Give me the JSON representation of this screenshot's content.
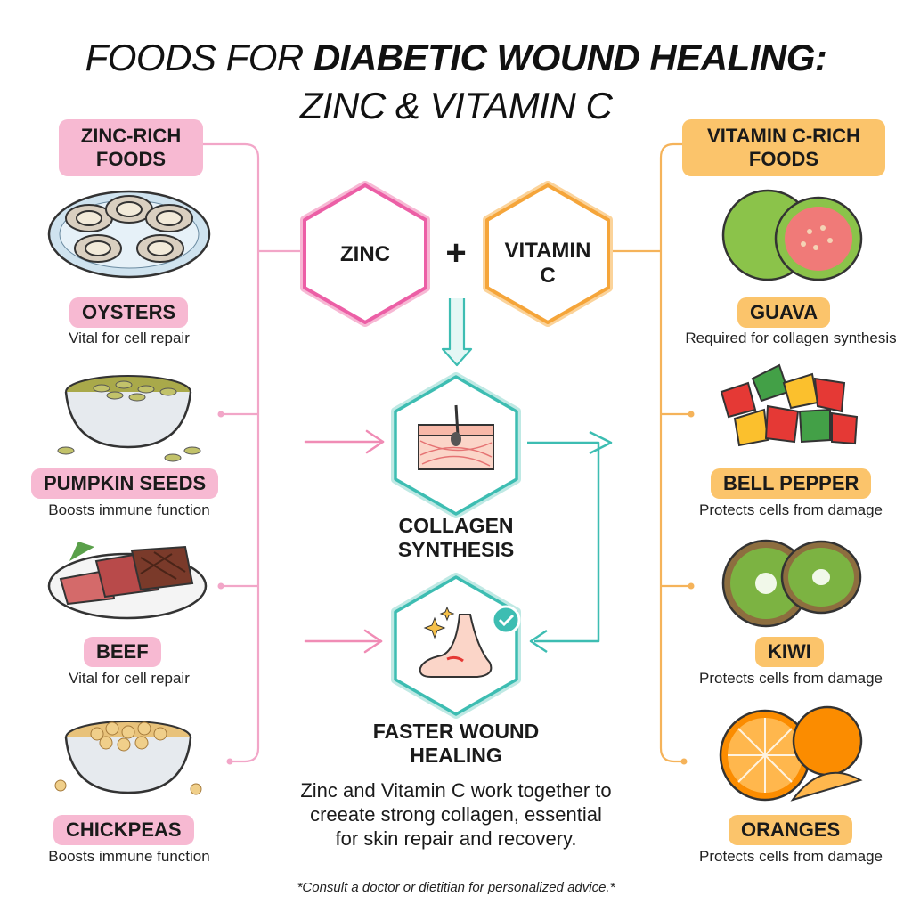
{
  "title": {
    "line1_prefix": "FOODS FOR ",
    "line1_bold": "DIABETIC WOUND HEALING:",
    "line2": "ZINC & VITAMIN C"
  },
  "zinc_column": {
    "header": [
      "ZINC-RICH",
      "FOODS"
    ],
    "accent": "#f2a6c8",
    "items": [
      {
        "name": "OYSTERS",
        "desc": "Vital for cell repair",
        "icon": "oysters-icon"
      },
      {
        "name": "PUMPKIN SEEDS",
        "desc": "Boosts immune function",
        "icon": "pumpkin-seeds-icon"
      },
      {
        "name": "BEEF",
        "desc": "Vital for cell repair",
        "icon": "beef-icon"
      },
      {
        "name": "CHICKPEAS",
        "desc": "Boosts immune function",
        "icon": "chickpeas-icon"
      }
    ]
  },
  "vitc_column": {
    "header": [
      "VITAMIN C-RICH",
      "FOODS"
    ],
    "accent": "#f5a53a",
    "items": [
      {
        "name": "GUAVA",
        "desc": "Required for collagen synthesis",
        "icon": "guava-icon"
      },
      {
        "name": "BELL PEPPER",
        "desc": "Protects cells from damage",
        "icon": "bell-pepper-icon"
      },
      {
        "name": "KIWI",
        "desc": "Protects cells from damage",
        "icon": "kiwi-icon"
      },
      {
        "name": "ORANGES",
        "desc": "Protects cells from damage",
        "icon": "oranges-icon"
      }
    ]
  },
  "center": {
    "zinc_label": "ZINC",
    "plus": "+",
    "vitc_label": [
      "VITAMIN",
      "C"
    ],
    "collagen_caption": [
      "COLLAGEN",
      "SYNTHESIS"
    ],
    "healing_caption": [
      "FASTER WOUND",
      "HEALING"
    ],
    "summary": [
      "Zinc and Vitamin C work together to",
      "creeate strong collagen, essential",
      "for skin repair and recovery."
    ]
  },
  "footnote": "*Consult a doctor or dietitian for personalized advice.*",
  "colors": {
    "pink": "#ec5fa6",
    "orange": "#f5a53a",
    "teal": "#3dbdb2",
    "pink_arrow": "#f08cb5"
  }
}
